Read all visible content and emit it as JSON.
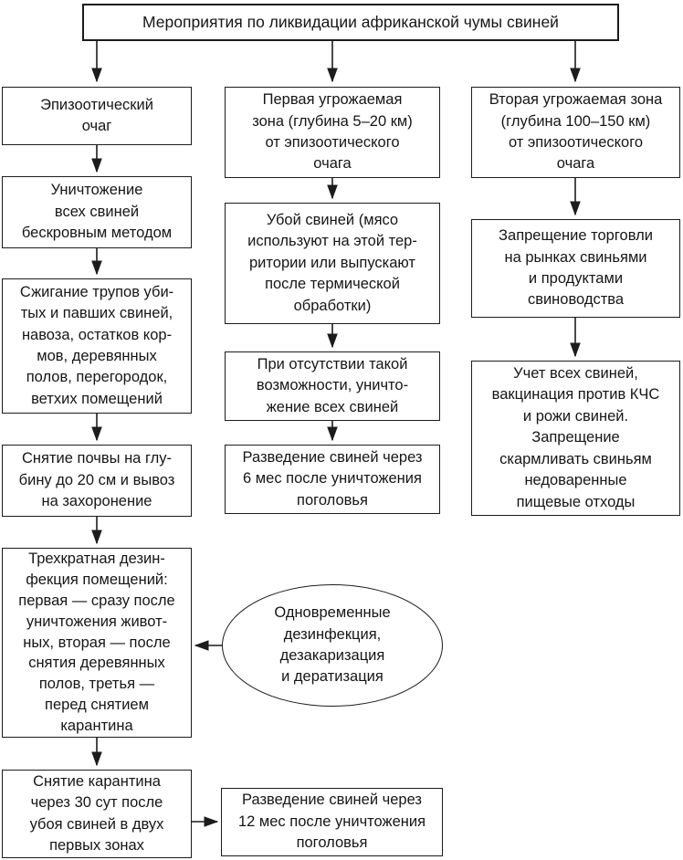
{
  "colors": {
    "background": "#ffffff",
    "border": "#1c1c1c",
    "text": "#161616"
  },
  "nodes": {
    "title": {
      "text": "Мероприятия по ликвидации африканской чумы свиней"
    },
    "epizootic_focus": {
      "text": "Эпизоотический\nочаг"
    },
    "destroy_pigs": {
      "text": "Уничтожение\nвсех свиней\nбескровным методом"
    },
    "burn": {
      "text": "Сжигание трупов уби-\nтых и павших свиней,\nнавоза, остатков кор-\nмов, деревянных\nполов, перегородок,\nветхих помещений"
    },
    "soil": {
      "text": "Снятие почвы на глу-\nбину до 20 см и вывоз\nна захоронение"
    },
    "disinfection": {
      "text": "Трехкратная дезин-\nфекция помещений:\nпервая — сразу после\nуничтожения живот-\nных, вторая — после\nснятия деревянных\nполов, третья —\nперед снятием\nкарантина"
    },
    "quarantine": {
      "text": "Снятие карантина\nчерез 30 сут после\nубоя свиней в двух\nпервых зонах"
    },
    "zone1": {
      "text": "Первая угрожаемая\nзона (глубина 5–20 км)\nот эпизоотического\nочага"
    },
    "slaughter": {
      "text": "Убой свиней (мясо\nиспользуют на этой тер-\nритории или выпускают\nпосле термической\nобработки)"
    },
    "no_possibility": {
      "text": "При отсутствии такой\nвозможности, уничто-\nжение всех свиней"
    },
    "breed6": {
      "text": "Разведение свиней через\n6 мес после уничтожения\nпоголовья"
    },
    "breed12": {
      "text": "Разведение свиней через\n12 мес после уничтожения\nпоголовья"
    },
    "zone2": {
      "text": "Вторая угрожаемая зона\n(глубина 100–150 км)\nот эпизоотического\nочага"
    },
    "trade_ban": {
      "text": "Запрещение торговли\nна рынках свиньями\nи продуктами\nсвиноводства"
    },
    "vaccination": {
      "text": "Учет всех свиней,\nвакцинация против КЧС\nи рожи свиней.\nЗапрещение\nскармливать свиньям\nнедоваренные\nпищевые отходы"
    },
    "simultaneous": {
      "text": "Одновременные\nдезинфекция,\nдезакаризация\nи дератизация"
    }
  },
  "edges": [
    {
      "from": "title",
      "to": "epizootic_focus"
    },
    {
      "from": "title",
      "to": "zone1"
    },
    {
      "from": "title",
      "to": "zone2"
    },
    {
      "from": "epizootic_focus",
      "to": "destroy_pigs"
    },
    {
      "from": "destroy_pigs",
      "to": "burn"
    },
    {
      "from": "burn",
      "to": "soil"
    },
    {
      "from": "soil",
      "to": "disinfection"
    },
    {
      "from": "disinfection",
      "to": "quarantine"
    },
    {
      "from": "quarantine",
      "to": "breed12"
    },
    {
      "from": "zone1",
      "to": "slaughter"
    },
    {
      "from": "slaughter",
      "to": "no_possibility"
    },
    {
      "from": "no_possibility",
      "to": "breed6"
    },
    {
      "from": "zone2",
      "to": "trade_ban"
    },
    {
      "from": "trade_ban",
      "to": "vaccination"
    },
    {
      "from": "simultaneous",
      "to": "disinfection"
    }
  ]
}
